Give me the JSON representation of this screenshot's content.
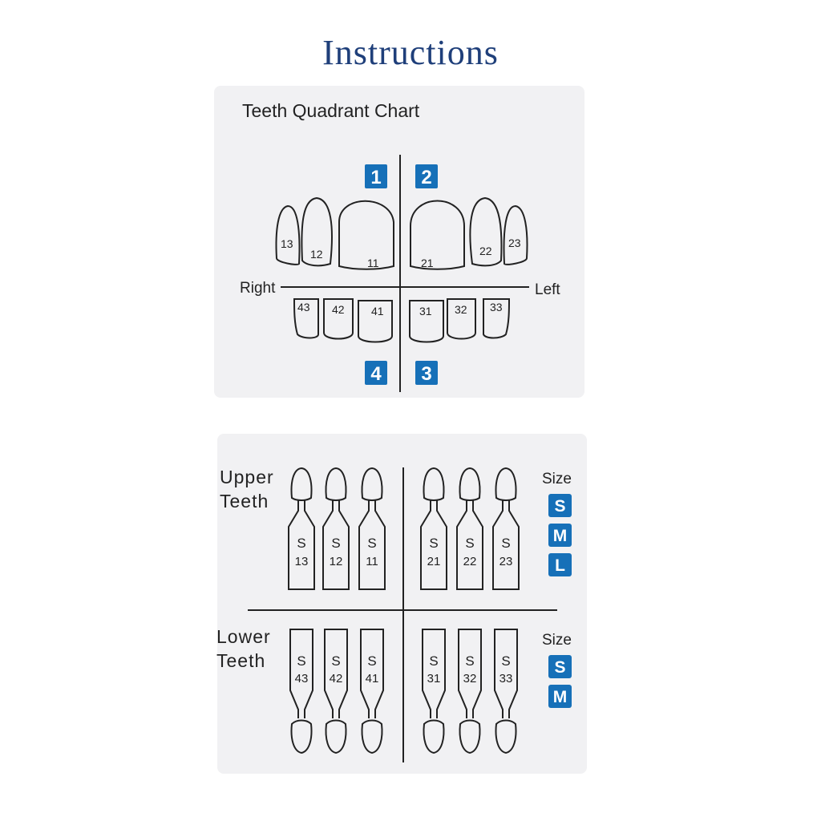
{
  "page": {
    "title": "Instructions"
  },
  "quadrant_chart": {
    "title": "Teeth Quadrant Chart",
    "labels": {
      "right": "Right",
      "left": "Left"
    },
    "quadrants": [
      "1",
      "2",
      "3",
      "4"
    ],
    "upper_teeth": [
      "13",
      "12",
      "11",
      "21",
      "22",
      "23"
    ],
    "lower_teeth": [
      "43",
      "42",
      "41",
      "31",
      "32",
      "33"
    ]
  },
  "size_chart": {
    "upper": {
      "label_line1": "Upper",
      "label_line2": "Teeth",
      "size_label": "Size",
      "sizes": [
        "S",
        "M",
        "L"
      ],
      "teeth": [
        {
          "size": "S",
          "number": "13"
        },
        {
          "size": "S",
          "number": "12"
        },
        {
          "size": "S",
          "number": "11"
        },
        {
          "size": "S",
          "number": "21"
        },
        {
          "size": "S",
          "number": "22"
        },
        {
          "size": "S",
          "number": "23"
        }
      ]
    },
    "lower": {
      "label_line1": "Lower",
      "label_line2": "Teeth",
      "size_label": "Size",
      "sizes": [
        "S",
        "M"
      ],
      "teeth": [
        {
          "size": "S",
          "number": "43"
        },
        {
          "size": "S",
          "number": "42"
        },
        {
          "size": "S",
          "number": "41"
        },
        {
          "size": "S",
          "number": "31"
        },
        {
          "size": "S",
          "number": "32"
        },
        {
          "size": "S",
          "number": "33"
        }
      ]
    }
  },
  "colors": {
    "title": "#1f3f7a",
    "badge": "#1670b8",
    "card": "#f1f1f3",
    "line": "#222222"
  }
}
